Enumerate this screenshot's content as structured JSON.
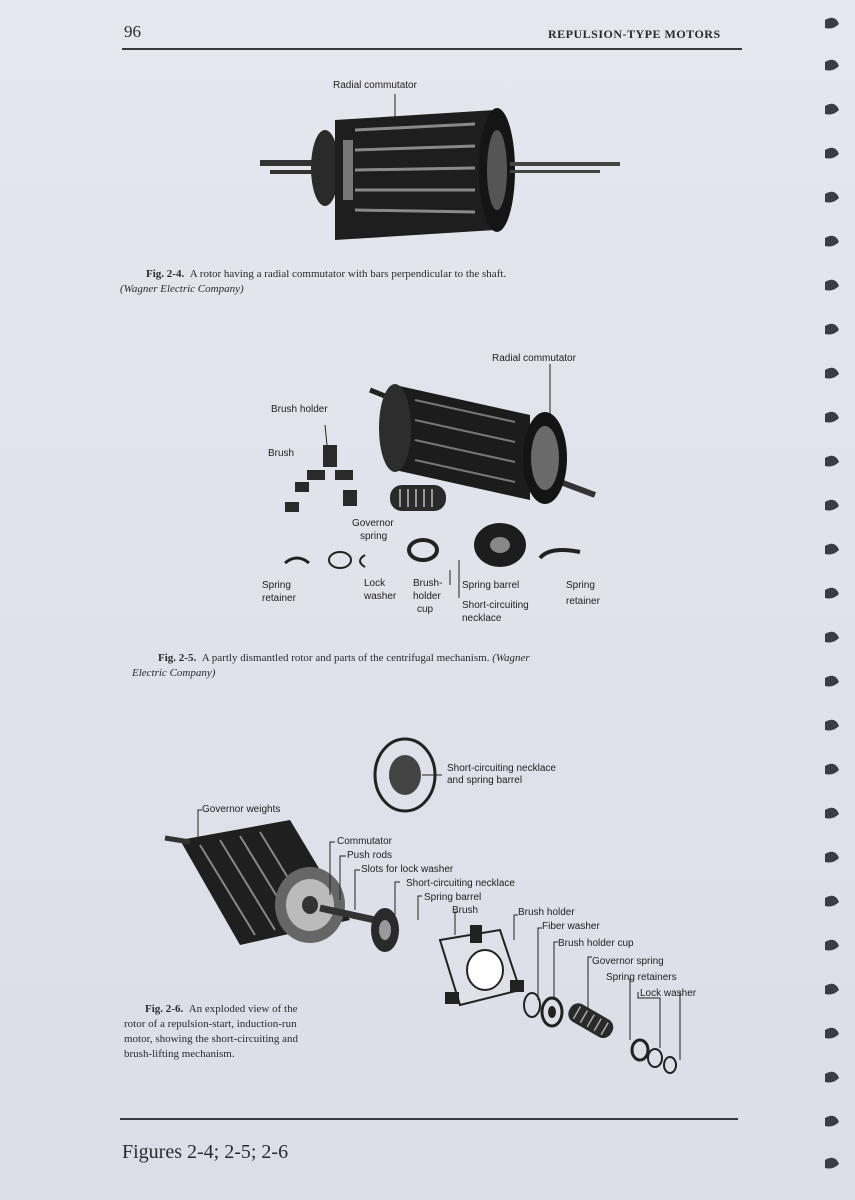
{
  "header": {
    "page_number": "96",
    "running_head": "REPULSION-TYPE MOTORS"
  },
  "fig24": {
    "label_radial_commutator": "Radial commutator",
    "caption_num": "Fig. 2-4.",
    "caption_text": "A rotor having a radial commutator with bars perpendicular to the shaft.",
    "caption_credit": "(Wagner Electric Company)"
  },
  "fig25": {
    "label_radial_commutator": "Radial commutator",
    "label_brush_holder": "Brush holder",
    "label_brush": "Brush",
    "label_governor": "Governor",
    "label_spring": "spring",
    "label_spring_retainer_1": "Spring",
    "label_spring_retainer_2": "retainer",
    "label_lock_1": "Lock",
    "label_lock_2": "washer",
    "label_brush_holder_cup_1": "Brush-",
    "label_brush_holder_cup_2": "holder",
    "label_brush_holder_cup_3": "cup",
    "label_spring_barrel": "Spring barrel",
    "label_short_circuiting_1": "Short-circuiting",
    "label_short_circuiting_2": "necklace",
    "label_spring_retainer_b1": "Spring",
    "label_spring_retainer_b2": "retainer",
    "caption_num": "Fig. 2-5.",
    "caption_text": "A partly dismantled rotor and parts of the centrifugal mechanism.",
    "caption_credit_1": "(Wagner",
    "caption_credit_2": "Electric Company)"
  },
  "fig26": {
    "label_short_necklace_1": "Short-circuiting necklace",
    "label_short_necklace_2": "and spring barrel",
    "label_governor_weights": "Governor weights",
    "label_commutator": "Commutator",
    "label_push_rods": "Push rods",
    "label_slots": "Slots for lock washer",
    "label_short_necklace": "Short-circuiting necklace",
    "label_spring_barrel": "Spring barrel",
    "label_brush": "Brush",
    "label_brush_holder": "Brush holder",
    "label_fiber_washer": "Fiber washer",
    "label_brush_holder_cup": "Brush holder cup",
    "label_governor_spring": "Governor spring",
    "label_spring_retainers": "Spring retainers",
    "label_lock_washer": "Lock washer",
    "caption_num": "Fig. 2-6.",
    "caption_l1": "An exploded view of the",
    "caption_l2": "rotor of a repulsion-start, induction-run",
    "caption_l3": "motor, showing the short-circuiting and",
    "caption_l4": "brush-lifting mechanism."
  },
  "footer": {
    "text": "Figures 2-4; 2-5; 2-6"
  }
}
